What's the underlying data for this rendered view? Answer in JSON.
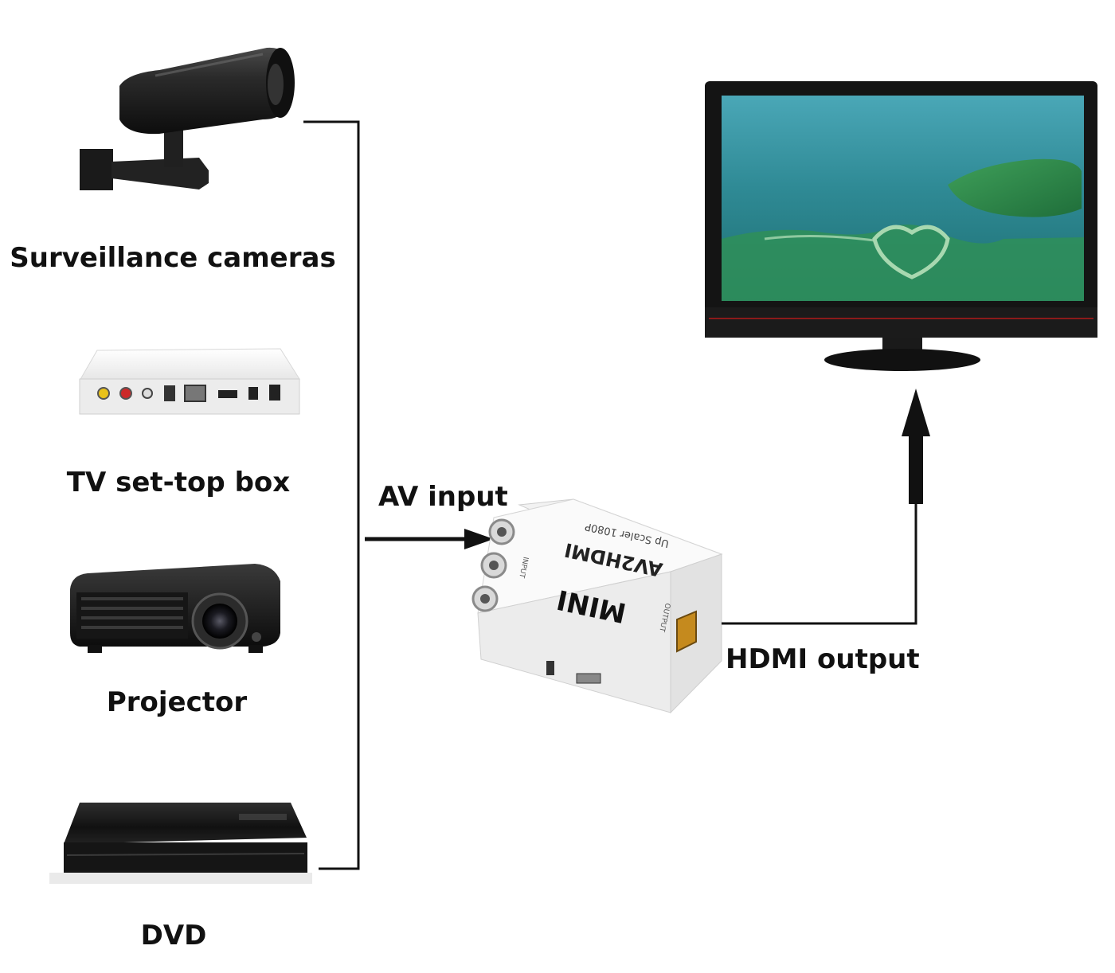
{
  "devices": [
    {
      "name": "surveillance-camera",
      "label": "Surveillance cameras"
    },
    {
      "name": "tv-set-top-box",
      "label": "TV set-top box"
    },
    {
      "name": "projector",
      "label": "Projector"
    },
    {
      "name": "dvd-player",
      "label": "DVD"
    }
  ],
  "connections": {
    "av_input_label": "AV input",
    "hdmi_output_label": "HDMI output"
  },
  "converter": {
    "brand_text": "MINI",
    "model_text": "AV2HDMI",
    "spec_text": "Up Scaler 1080P",
    "input_port_label": "INPUT",
    "output_port_label": "OUTPUT"
  },
  "colors": {
    "line": "#111111",
    "label": "#111111",
    "device_body_dark": "#1b1b1b",
    "device_body_light": "#f4f4f4",
    "tv_frame": "#151515",
    "tv_accent": "#8b1a1a"
  }
}
